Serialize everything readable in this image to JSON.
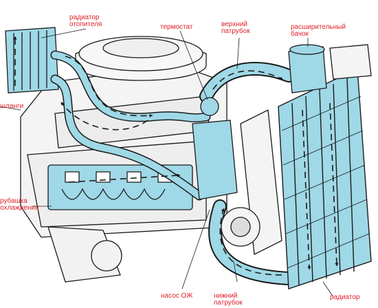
{
  "colors": {
    "coolant": "#9fd8e6",
    "coolant_dark": "#5fb2c9",
    "line": "#1a1a1a",
    "label": "#e0202a",
    "engine": "#f4f4f4"
  },
  "labels": {
    "heater_core": {
      "line1": "радиатор",
      "line2": "отопителя"
    },
    "thermostat": "термостат",
    "upper_hose": {
      "line1": "верхний",
      "line2": "патрубок"
    },
    "expansion_tank": {
      "line1": "расширительный",
      "line2": "бачок"
    },
    "hoses": "шланги",
    "water_jacket": {
      "line1": "рубашка",
      "line2": "охлаждения"
    },
    "coolant_pump": "насос ОЖ",
    "lower_hose": {
      "line1": "нижний",
      "line2": "патрубок"
    },
    "radiator": "радиатор"
  }
}
